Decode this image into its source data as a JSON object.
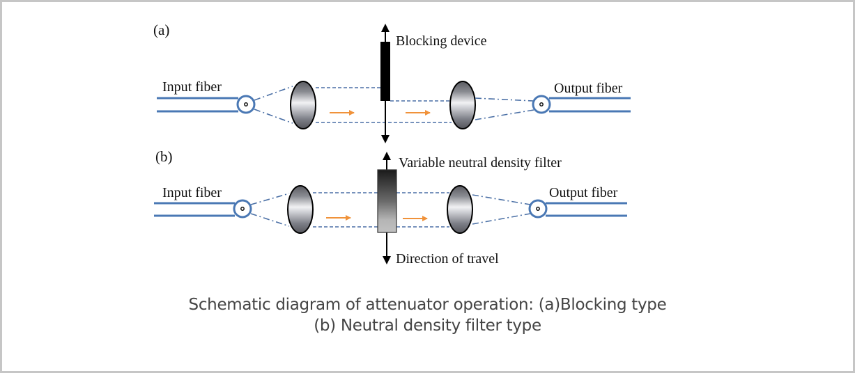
{
  "panels": [
    {
      "id": "a",
      "label": "(a)",
      "input_label": "Input fiber",
      "output_label": "Output fiber",
      "device_label": "Blocking device",
      "device_type": "blocking"
    },
    {
      "id": "b",
      "label": "(b)",
      "input_label": "Input fiber",
      "output_label": "Output fiber",
      "device_label": "Variable neutral density filter",
      "direction_label": "Direction of travel",
      "device_type": "neutral-density-filter"
    }
  ],
  "caption": {
    "line1": "Schematic diagram of attenuator operation: (a)Blocking type",
    "line2": "(b) Neutral density filter type"
  },
  "colors": {
    "fiber": "#4a78b4",
    "beam": "#4a6fa5",
    "arrow": "#f0923a",
    "block": "#000000",
    "border": "#c6c6c6",
    "caption": "#444444"
  }
}
